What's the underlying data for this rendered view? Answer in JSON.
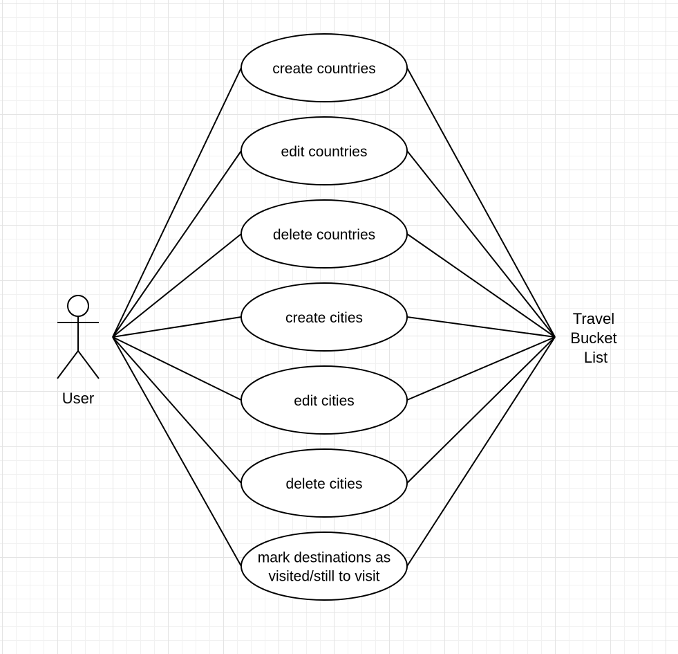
{
  "actor": {
    "label": "User"
  },
  "system": {
    "label_lines": [
      "Travel",
      "Bucket",
      "List"
    ]
  },
  "use_cases": [
    {
      "lines": [
        "create countries"
      ]
    },
    {
      "lines": [
        "edit countries"
      ]
    },
    {
      "lines": [
        "delete countries"
      ]
    },
    {
      "lines": [
        "create cities"
      ]
    },
    {
      "lines": [
        "edit cities"
      ]
    },
    {
      "lines": [
        "delete cities"
      ]
    },
    {
      "lines": [
        "mark destinations as",
        "visited/still to visit"
      ]
    }
  ],
  "colors": {
    "stroke": "#000000",
    "fill": "#ffffff",
    "grid": "#e4e4e4"
  }
}
